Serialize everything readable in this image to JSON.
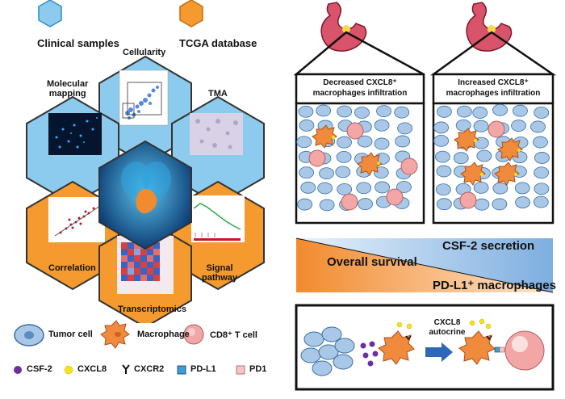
{
  "sources": {
    "clinical": "Clinical samples",
    "tcga": "TCGA database"
  },
  "panels": {
    "cellularity": "Cellularity",
    "molecular_line1": "Molecular",
    "molecular_line2": "mapping",
    "tma": "TMA",
    "correlation": "Correlation",
    "signal_line1": "Signal",
    "signal_line2": "pathway",
    "transcriptomics": "Transcriptomics"
  },
  "boxes": {
    "left_line1": "Decreased CXCL8⁺",
    "left_line2": "macrophages infiltration",
    "right_line1": "Increased CXCL8⁺",
    "right_line2": "macrophages infiltration"
  },
  "gradient": {
    "csf2": "CSF-2 secretion",
    "survival": "Overall survival",
    "pdl1": "PD-L1⁺ macrophages"
  },
  "mechanism": {
    "autocrine_line1": "CXCL8",
    "autocrine_line2": "autocrine"
  },
  "legend": {
    "tumor_cell": "Tumor cell",
    "macrophage": "Macrophage",
    "cd8": "CD8⁺ T cell",
    "csf2": "CSF-2",
    "cxcl8": "CXCL8",
    "cxcr2": "CXCR2",
    "pdl1": "PD-L1",
    "pd1": "PD1"
  },
  "colors": {
    "hex_blue": "#8ccbee",
    "hex_orange": "#f59a2e",
    "tumor_cell": "#a9c8e8",
    "macrophage": "#f08a3c",
    "cd8": "#f2a6a6",
    "csf2_dot": "#6b2fa0",
    "cxcl8_dot": "#f5e31a",
    "pdl1": "#3aa0d8",
    "pd1": "#f5c6c6"
  }
}
